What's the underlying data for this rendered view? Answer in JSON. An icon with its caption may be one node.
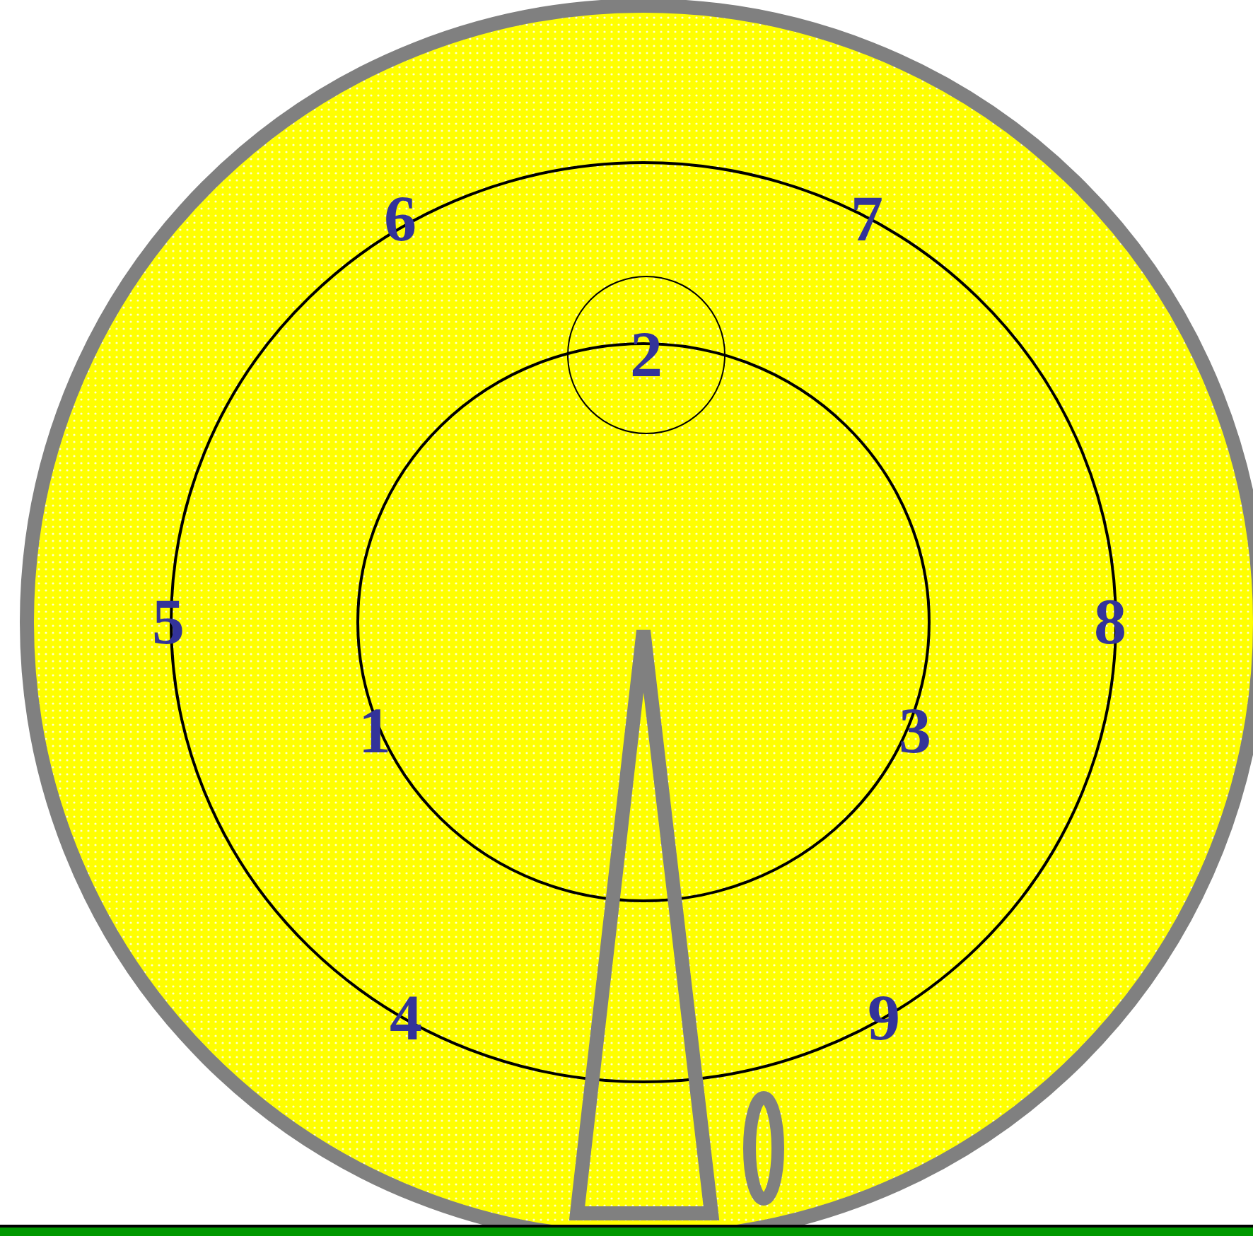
{
  "diagram": {
    "nodes": [
      {
        "text": [
          "2"
        ]
      }
    ],
    "labels": [
      "6",
      "7",
      "5",
      "8",
      "1",
      "3",
      "4",
      "9"
    ]
  }
}
